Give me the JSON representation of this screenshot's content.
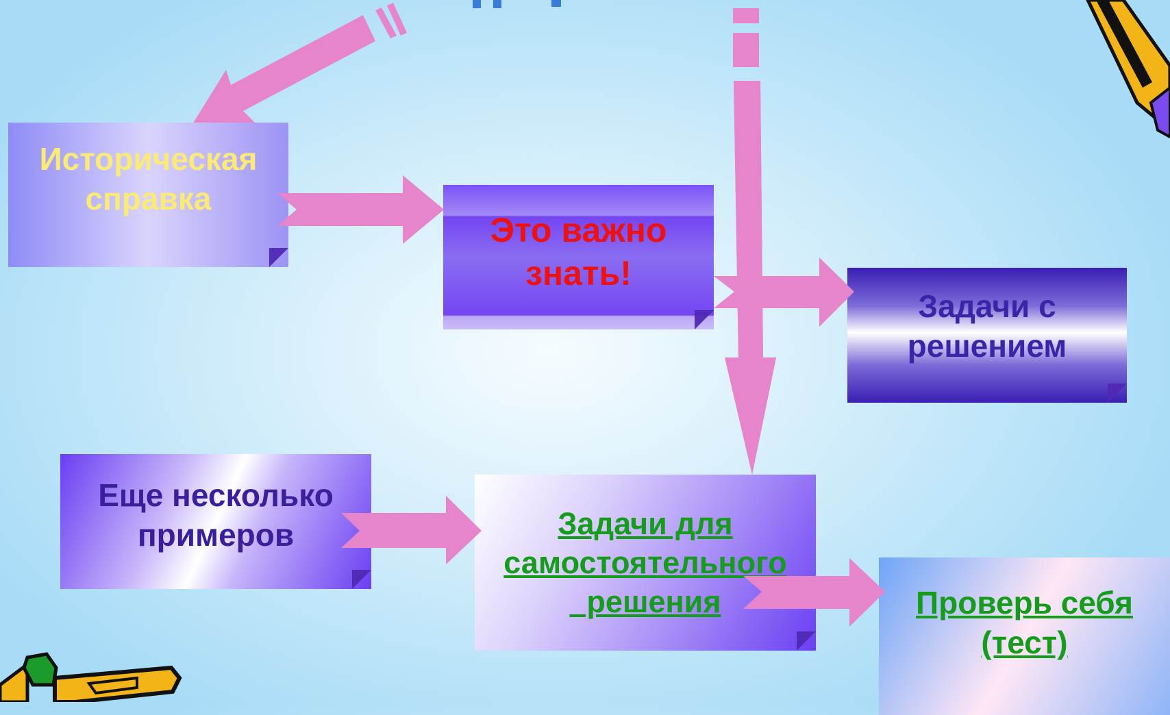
{
  "boxes": {
    "history": {
      "line1": "Историческая",
      "line2": "справка"
    },
    "important": {
      "line1": "Это  важно",
      "line2": "знать!"
    },
    "solved": {
      "line1": "Задачи  с",
      "line2": "решением"
    },
    "more": {
      "line1": "Еще  несколько",
      "line2": "примеров"
    },
    "self": {
      "line1": "Задачи  для",
      "line2": "самостоятельного",
      "line3": "  решения"
    },
    "test": {
      "line1": "Проверь  себя",
      "line2": "(тест)"
    }
  },
  "colors": {
    "arrow": "#e785cc",
    "text_yellow": "#fbea75",
    "text_red": "#ee1111",
    "text_navy": "#3a25a8",
    "text_green": "#149c1a"
  },
  "icons": [
    "pencil-icon",
    "pencil-icon"
  ]
}
